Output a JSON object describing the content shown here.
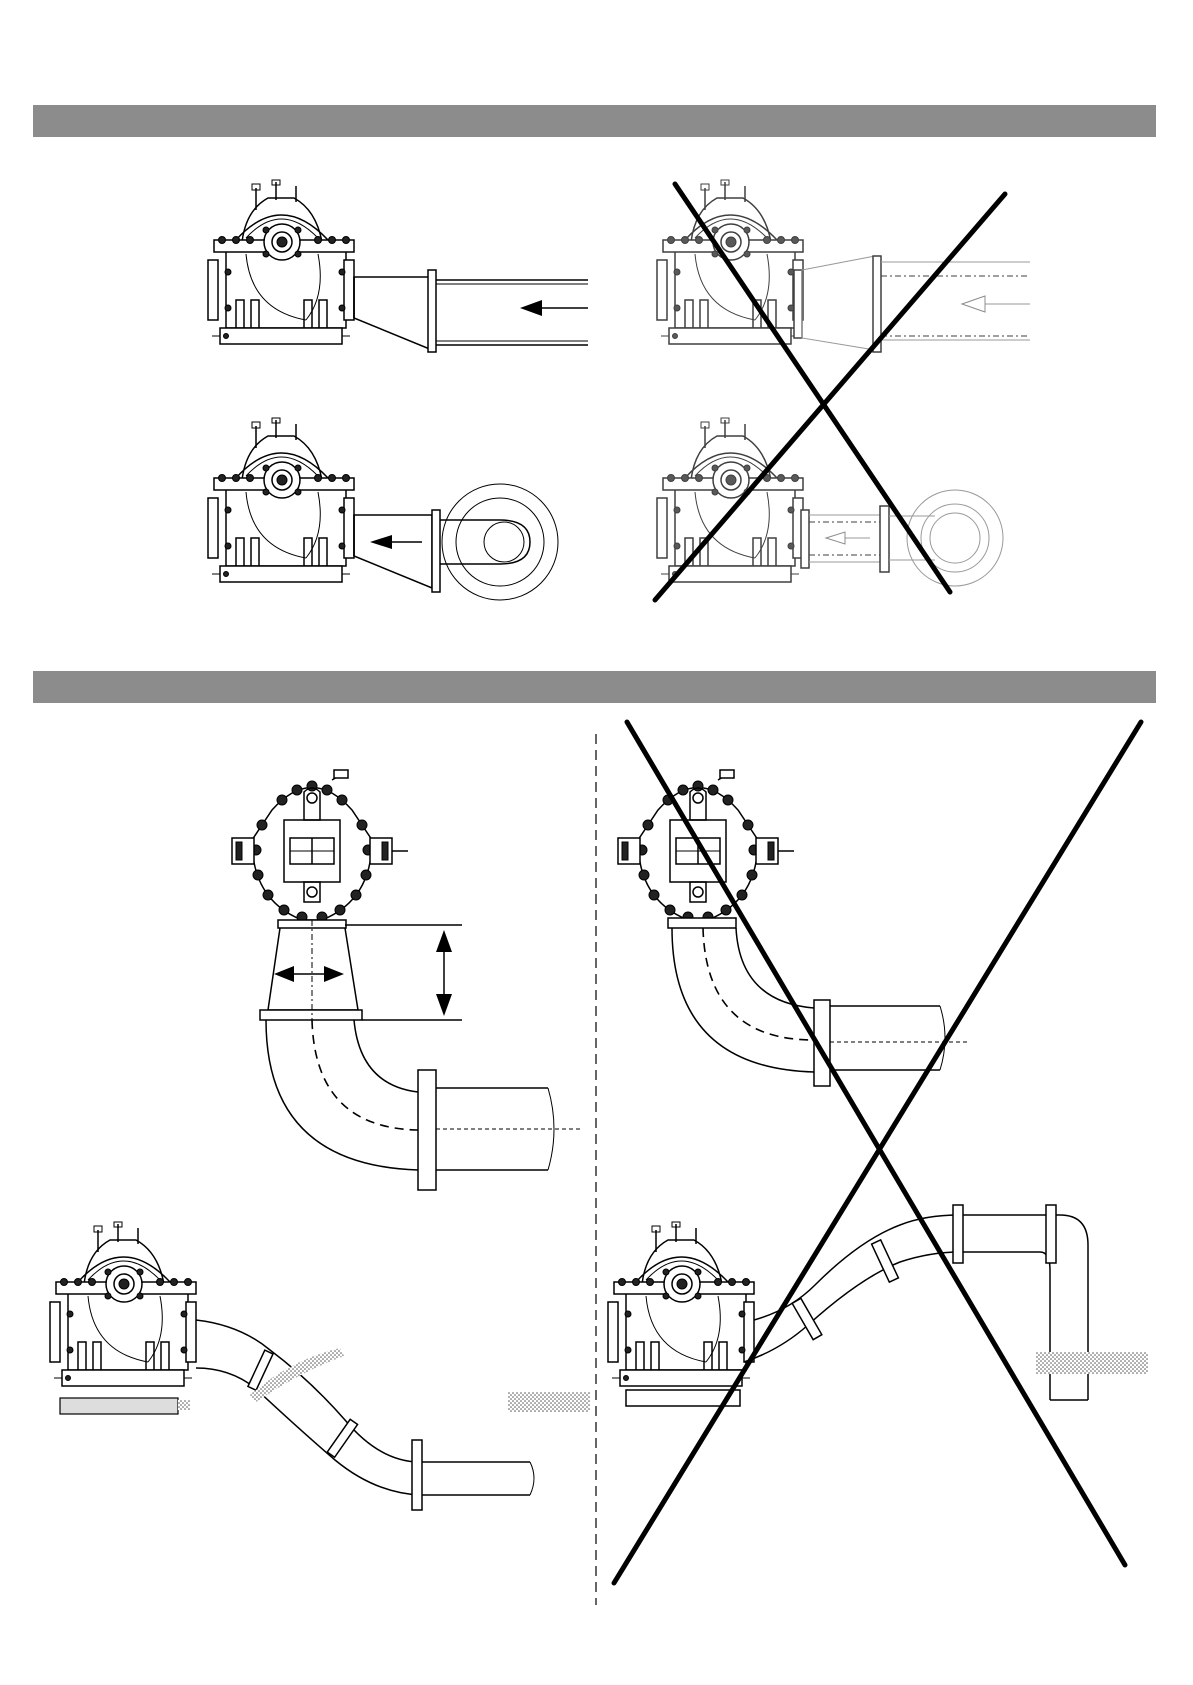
{
  "sections": [
    {
      "id": "section-1",
      "header_text": "",
      "panels": [
        {
          "name": "end-suction-eccentric-reducer",
          "verdict": "correct"
        },
        {
          "name": "end-suction-concentric-reducer",
          "verdict": "incorrect"
        },
        {
          "name": "elbow-with-reducer-arrangement",
          "verdict": "correct"
        },
        {
          "name": "elbow-without-reducer-arrangement",
          "verdict": "incorrect"
        }
      ]
    },
    {
      "id": "section-2",
      "header_text": "",
      "panels": [
        {
          "name": "vertical-elbow-with-straight-run",
          "verdict": "correct"
        },
        {
          "name": "vertical-elbow-direct",
          "verdict": "incorrect"
        },
        {
          "name": "suction-line-continuously-rising",
          "verdict": "correct"
        },
        {
          "name": "suction-line-with-high-point",
          "verdict": "incorrect"
        }
      ]
    }
  ],
  "colors": {
    "header_band": "#8c8c8c",
    "line": "#000000",
    "background": "#ffffff"
  },
  "icons": [
    "flow-arrow-icon",
    "cross-out-icon",
    "dimension-arrow-icon"
  ]
}
